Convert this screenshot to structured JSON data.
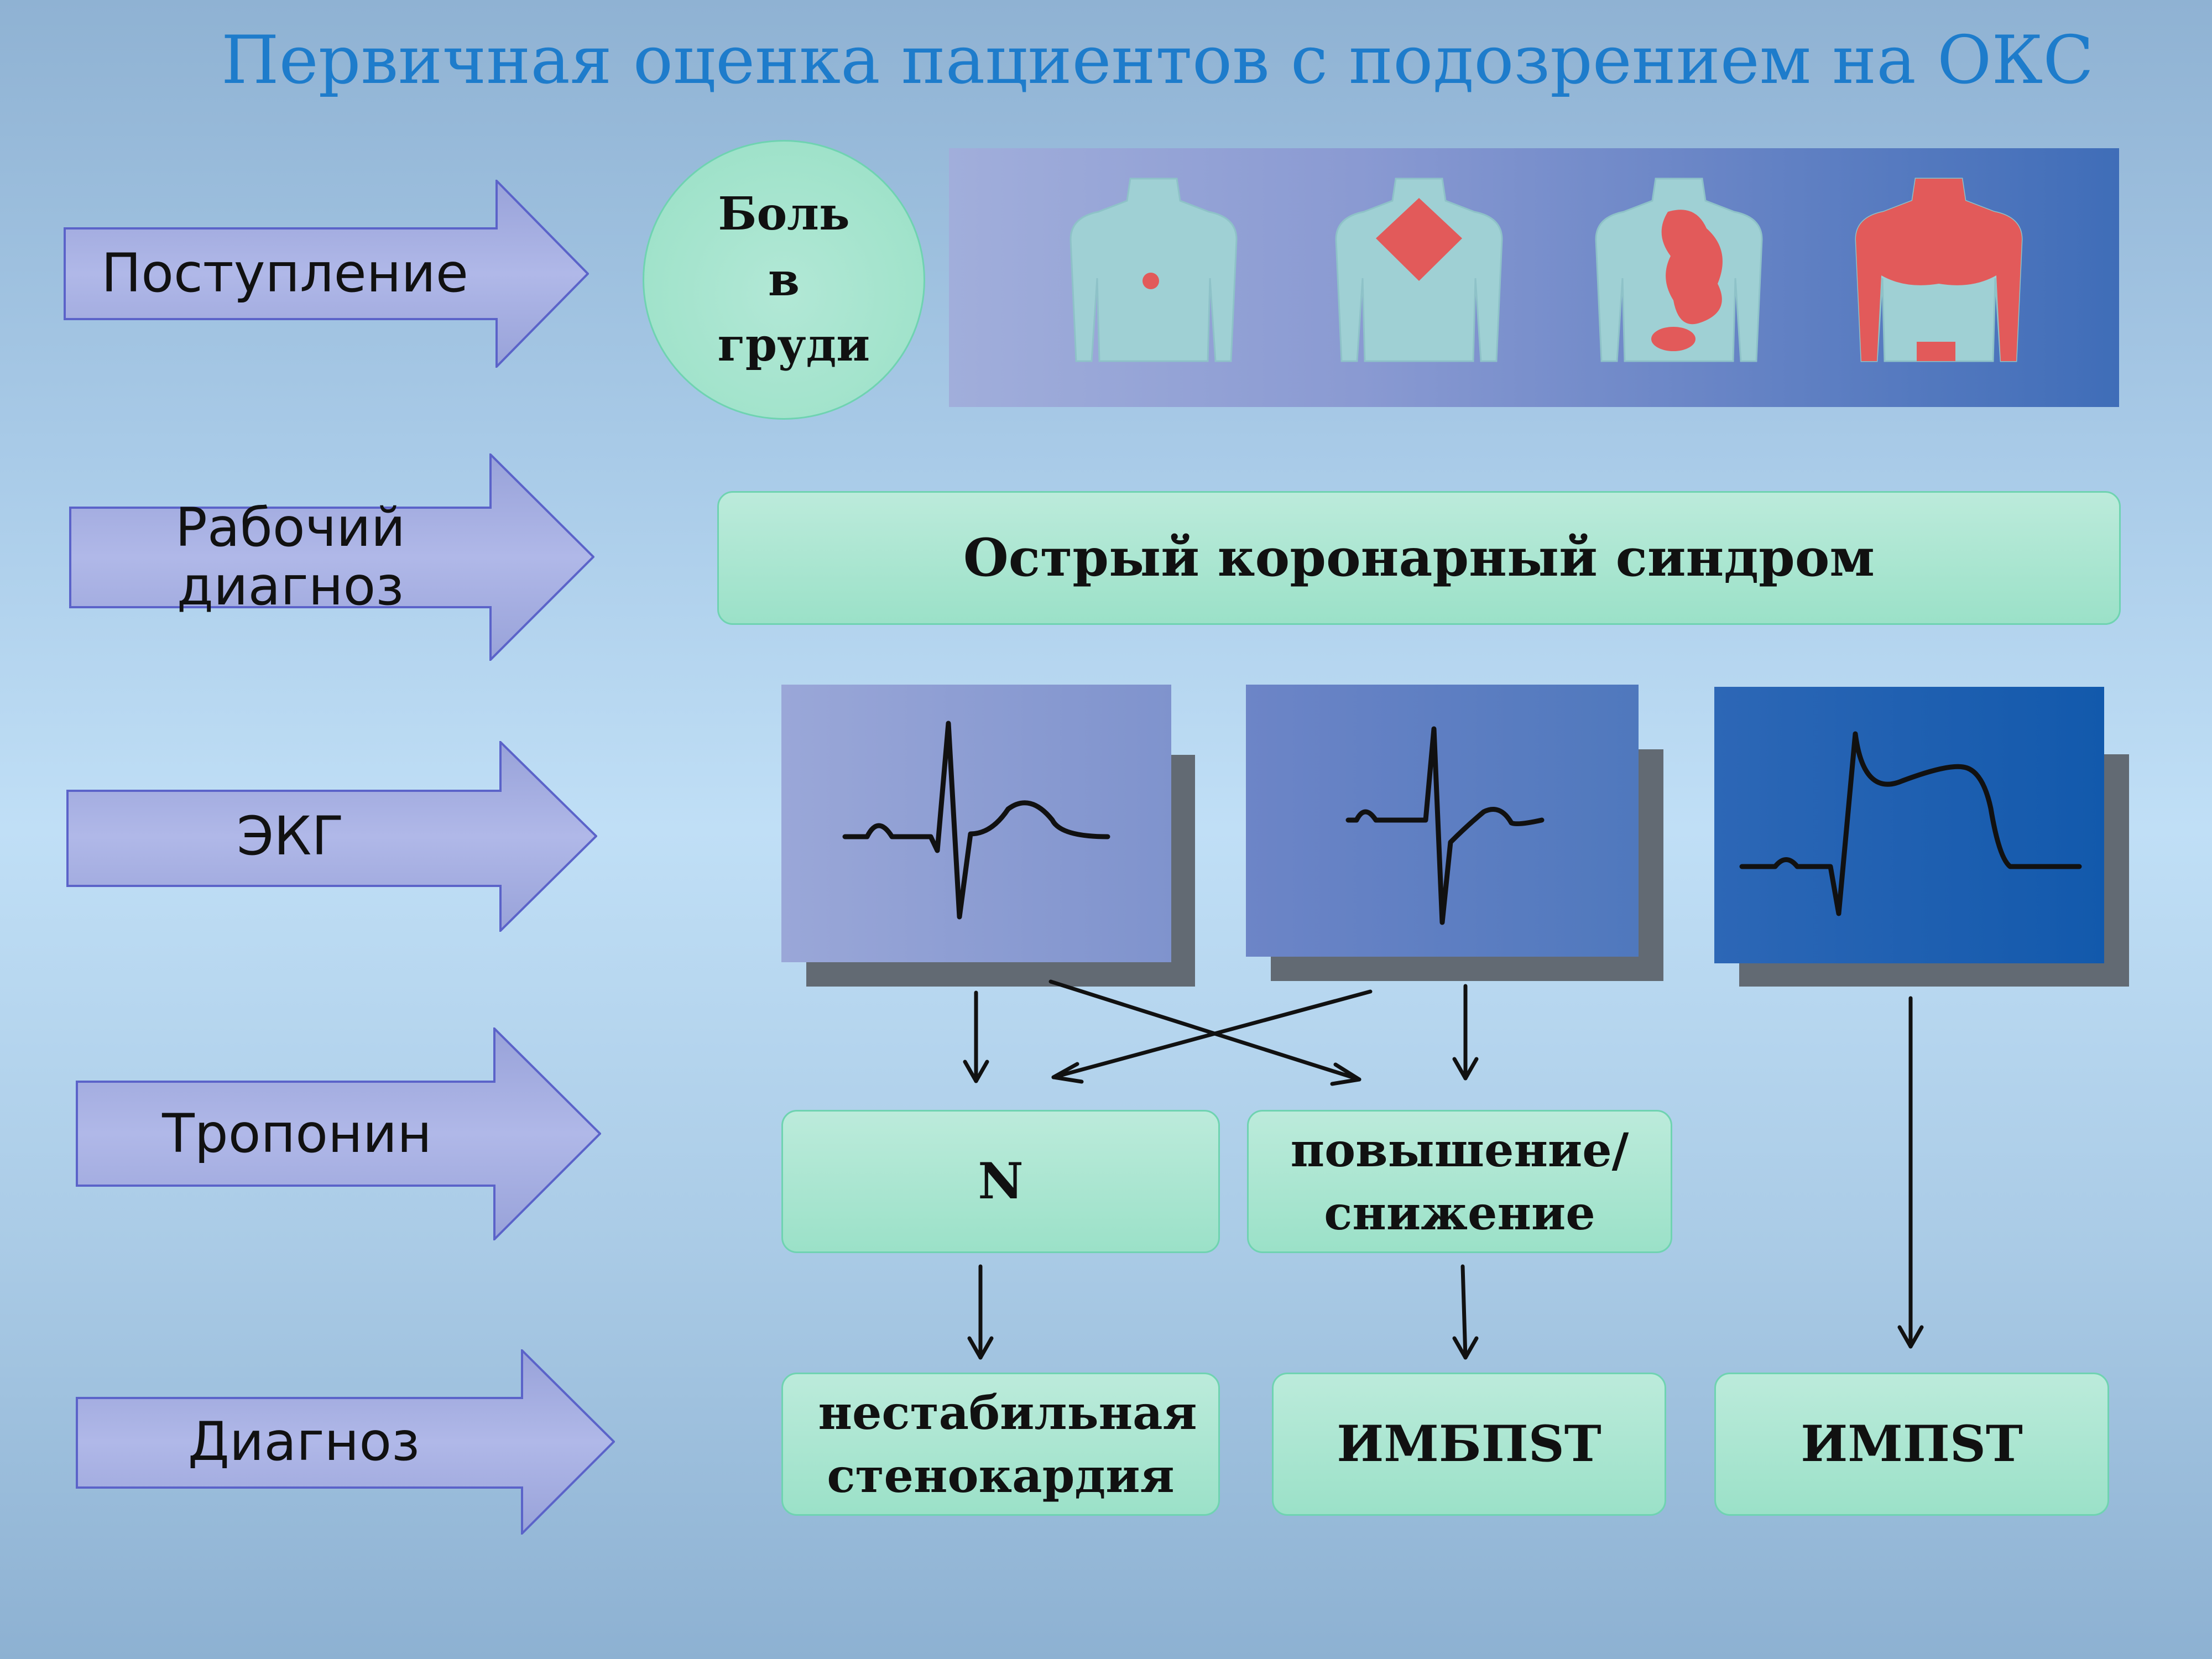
{
  "title": "Первичная оценка пациентов с подозрением на ОКС",
  "rows": [
    {
      "label": "Поступление"
    },
    {
      "label": "Рабочий диагноз"
    },
    {
      "label": "ЭКГ"
    },
    {
      "label": "Тропонин"
    },
    {
      "label": "Диагноз"
    }
  ],
  "chest_pain": "Боль в груди",
  "working_diagnosis": "Острый коронарный синдром",
  "troponin": {
    "normal": "N",
    "elevated": "повышение/ снижение"
  },
  "diagnoses": {
    "unstable_angina": "нестабильная стенокардия",
    "nstemi": "ИМБПST",
    "stemi": "ИМПST"
  },
  "colors": {
    "title": "#1e7ccb",
    "arrow_fill": "#a4aee0",
    "arrow_stroke": "#5b63c9",
    "mint": "#a6e4cd",
    "pain": "#e25a5a",
    "torso": "#9fd0d4"
  },
  "icons": [
    "torso-pain-point-icon",
    "torso-pain-center-icon",
    "torso-pain-spread-icon",
    "torso-pain-wide-icon",
    "ecg-normal-icon",
    "ecg-t-inversion-icon",
    "ecg-st-elevation-icon"
  ]
}
